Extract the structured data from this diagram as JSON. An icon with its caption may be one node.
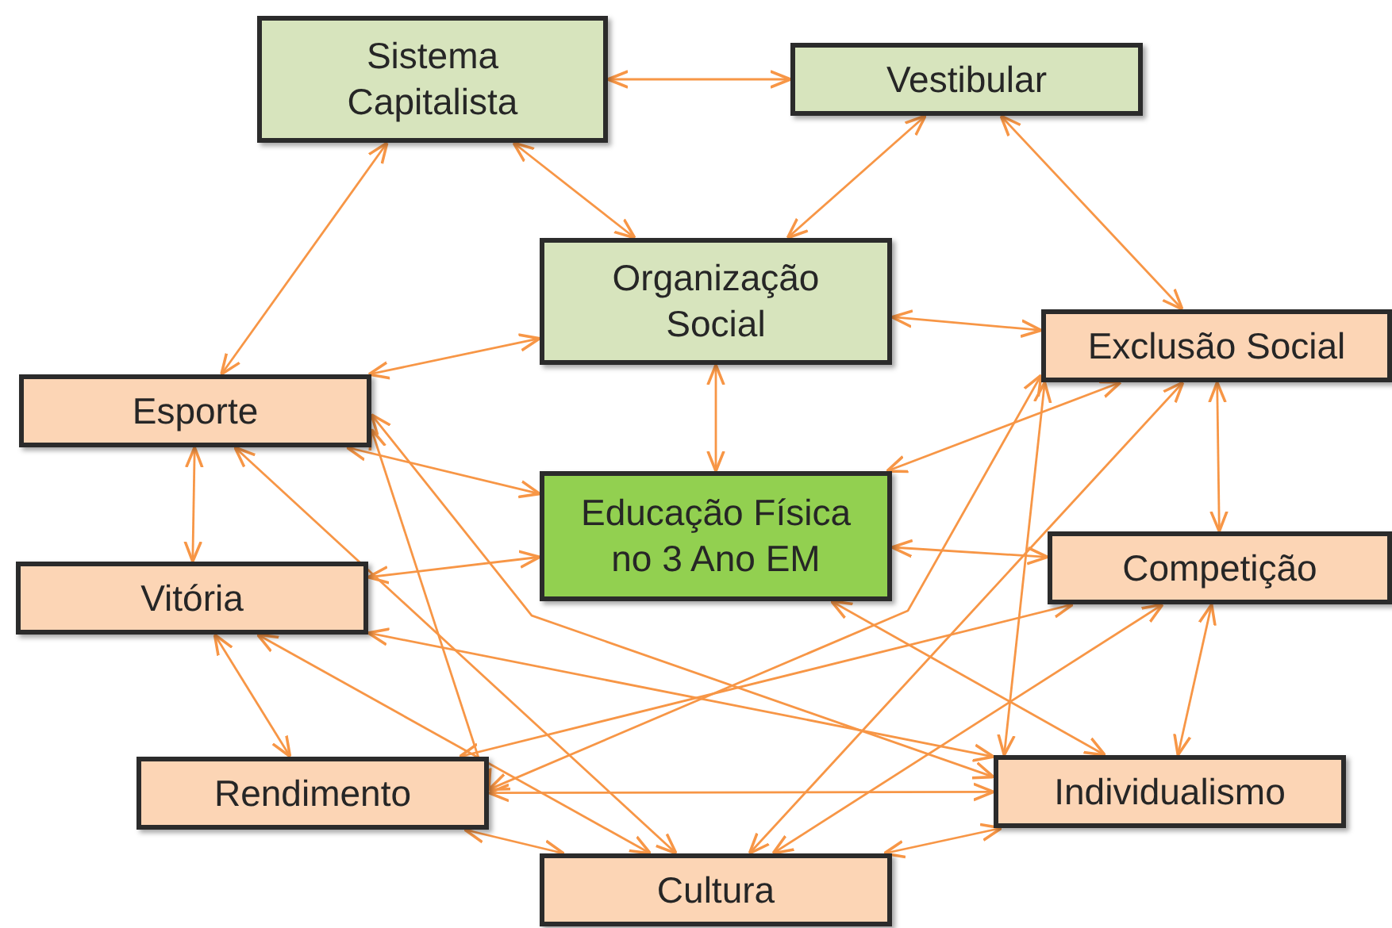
{
  "diagram": {
    "nodes": [
      {
        "text": [
          "Sistema Capitalista"
        ]
      },
      {
        "text": [
          "Vestibular"
        ]
      },
      {
        "text": [
          "Organização Social"
        ]
      },
      {
        "text": [
          "Exclusão Social"
        ]
      },
      {
        "text": [
          "Esporte"
        ]
      },
      {
        "text": [
          "Educação Física no 3 Ano EM"
        ]
      },
      {
        "text": [
          "Competição"
        ]
      },
      {
        "text": [
          "Vitória"
        ]
      },
      {
        "text": [
          "Rendimento"
        ]
      },
      {
        "text": [
          "Individualismo"
        ]
      },
      {
        "text": [
          "Cultura"
        ]
      }
    ],
    "edges": [
      {
        "from": 0,
        "to": 1,
        "arrow": "both"
      },
      {
        "from": 0,
        "to": 2,
        "arrow": "both"
      },
      {
        "from": 0,
        "to": 4,
        "arrow": "both"
      },
      {
        "from": 4,
        "to": 2,
        "arrow": "both"
      },
      {
        "from": 1,
        "to": 2,
        "arrow": "both"
      },
      {
        "from": 1,
        "to": 3,
        "arrow": "both"
      },
      {
        "from": 3,
        "to": 2,
        "arrow": "both"
      },
      {
        "from": 2,
        "to": 5,
        "arrow": "both"
      },
      {
        "from": 3,
        "to": 6,
        "arrow": "both"
      },
      {
        "from": 4,
        "to": 7,
        "arrow": "both"
      },
      {
        "from": 4,
        "to": 5,
        "arrow": "both"
      },
      {
        "from": 4,
        "to": 8,
        "arrow": "both"
      },
      {
        "from": 4,
        "to": 9,
        "arrow": "both"
      },
      {
        "from": 4,
        "to": 10,
        "arrow": "both"
      },
      {
        "from": 7,
        "to": 5,
        "arrow": "both"
      },
      {
        "from": 7,
        "to": 9,
        "arrow": "both"
      },
      {
        "from": 7,
        "to": 8,
        "arrow": "both"
      },
      {
        "from": 7,
        "to": 10,
        "arrow": "both"
      },
      {
        "from": 8,
        "to": 10,
        "arrow": "both"
      },
      {
        "from": 8,
        "to": 9,
        "arrow": "both"
      },
      {
        "from": 3,
        "to": 8,
        "arrow": "both"
      },
      {
        "from": 6,
        "to": 8,
        "arrow": "both"
      },
      {
        "from": 3,
        "to": 5,
        "arrow": "both"
      },
      {
        "from": 3,
        "to": 9,
        "arrow": "both"
      },
      {
        "from": 3,
        "to": 10,
        "arrow": "both"
      },
      {
        "from": 5,
        "to": 6,
        "arrow": "both"
      },
      {
        "from": 5,
        "to": 9,
        "arrow": "both"
      },
      {
        "from": 6,
        "to": 9,
        "arrow": "both"
      },
      {
        "from": 6,
        "to": 10,
        "arrow": "both"
      },
      {
        "from": 10,
        "to": 9,
        "arrow": "both"
      }
    ]
  }
}
